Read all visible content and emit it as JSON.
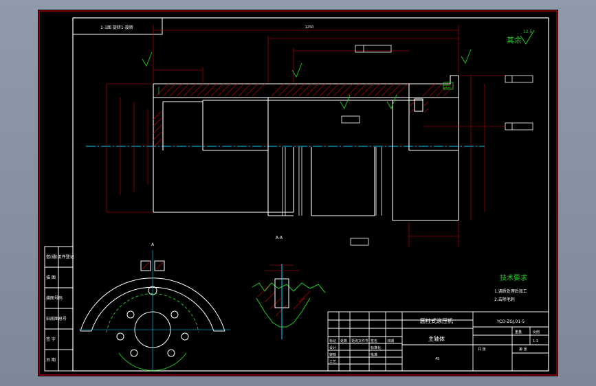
{
  "drawing": {
    "title_cn": "圆柱式滚压机",
    "part_name": "主轴体",
    "drawing_number": "YCD-ZGJ.01-5",
    "scale": "1:1",
    "tech_req_title": "技术要求",
    "tech_req_items": [
      "1.调质处理后加工",
      "2.去除毛刺"
    ],
    "remaining_label": "其余",
    "roughness_remaining": "12.5",
    "section_label": "A-A",
    "view_label": "A",
    "frame_label": "1-1图 旋转1-旋转",
    "overall_dim": "1250",
    "side_cells": [
      "借(通)用件登记",
      "描 图",
      "描图号码",
      "旧底图总号",
      "签 字",
      "日 期"
    ],
    "title_block_labels": [
      "标记",
      "处数",
      "更改文件号",
      "签名",
      "日期",
      "设计",
      "审核",
      "工艺",
      "标准化",
      "批准"
    ],
    "weight_label": "重量",
    "scale_label": "比例",
    "sheet_label": "共 张",
    "sheet_label2": "第 张",
    "material": "45"
  }
}
